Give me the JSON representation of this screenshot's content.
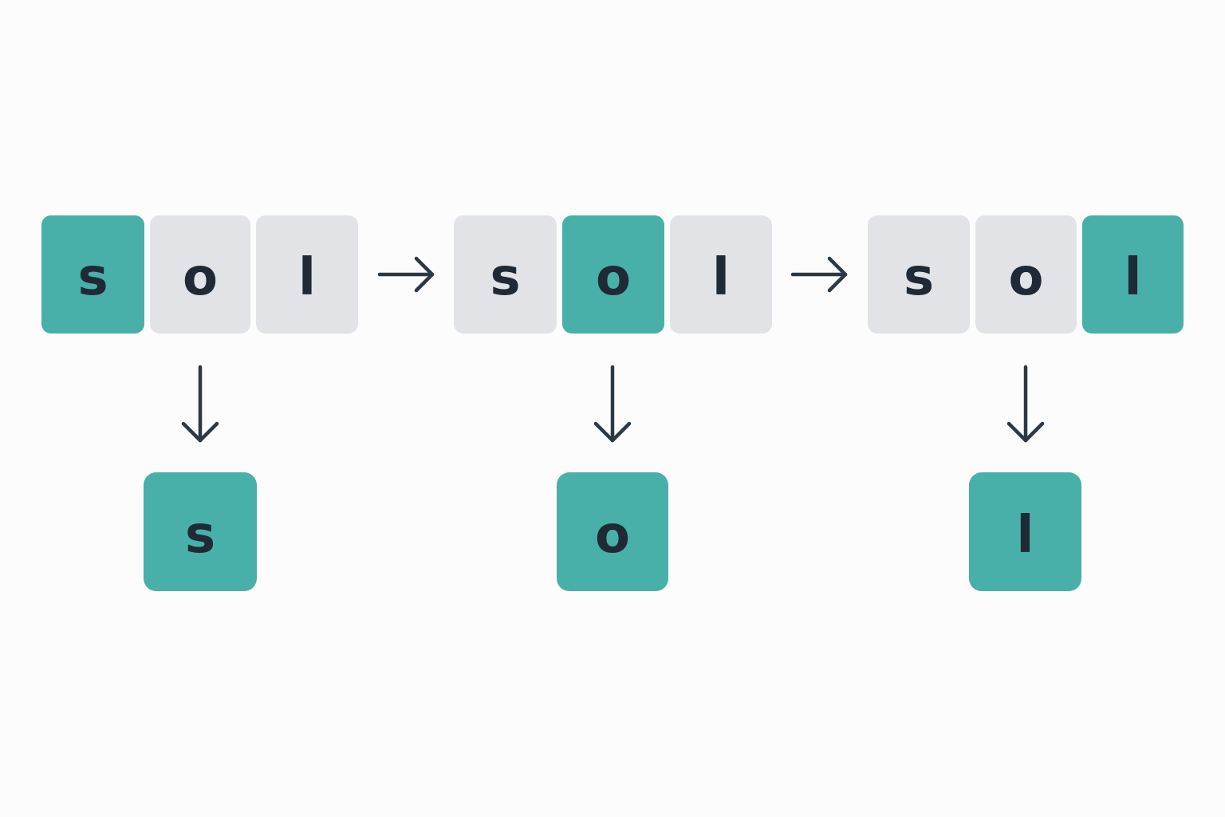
{
  "colors": {
    "active_tile": "#48b0a8",
    "inactive_tile": "#e1e3e6",
    "glyph": "#1f2a36",
    "arrow": "#2d3845",
    "background": "#fcfcfc"
  },
  "groups": [
    {
      "tiles": [
        {
          "letter": "s",
          "state": "active"
        },
        {
          "letter": "o",
          "state": "inactive"
        },
        {
          "letter": "l",
          "state": "inactive"
        }
      ],
      "output": "s"
    },
    {
      "tiles": [
        {
          "letter": "s",
          "state": "inactive"
        },
        {
          "letter": "o",
          "state": "active"
        },
        {
          "letter": "l",
          "state": "inactive"
        }
      ],
      "output": "o"
    },
    {
      "tiles": [
        {
          "letter": "s",
          "state": "inactive"
        },
        {
          "letter": "o",
          "state": "inactive"
        },
        {
          "letter": "l",
          "state": "active"
        }
      ],
      "output": "l"
    }
  ]
}
